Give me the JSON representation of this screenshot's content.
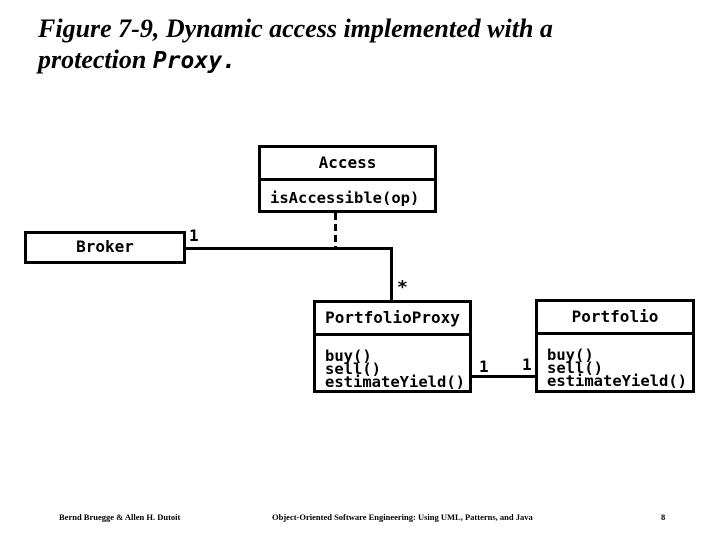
{
  "title": {
    "line1": "Figure 7-9, Dynamic access implemented with a",
    "line2_serif": "protection",
    "line2_mono": "Proxy."
  },
  "diagram": {
    "classes": [
      {
        "id": "access",
        "name": "Access",
        "methods": [
          "isAccessible(op)"
        ]
      },
      {
        "id": "broker",
        "name": "Broker",
        "methods": []
      },
      {
        "id": "portfolio-proxy",
        "name": "PortfolioProxy",
        "methods": [
          "buy()",
          "sell()",
          "estimateYield()"
        ]
      },
      {
        "id": "portfolio",
        "name": "Portfolio",
        "methods": [
          "buy()",
          "sell()",
          "estimateYield()"
        ]
      }
    ],
    "multiplicities": {
      "broker_end": "1",
      "proxy_many_end": "*",
      "proxy_end": "1",
      "portfolio_end": "1"
    },
    "colors": {
      "line": "#000000",
      "fill": "#ffffff",
      "text": "#000000"
    }
  },
  "footer": {
    "left": "Bernd Bruegge & Allen H. Dutoit",
    "center": "Object-Oriented Software Engineering: Using UML, Patterns, and Java",
    "page": "8"
  }
}
